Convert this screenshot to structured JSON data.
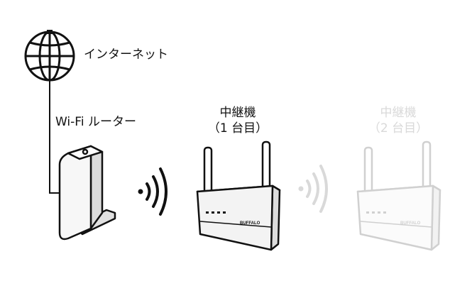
{
  "labels": {
    "internet": "インターネット",
    "router": "Wi-Fi ルーター",
    "repeater1_title": "中継機",
    "repeater1_sub": "（1 台目）",
    "repeater2_title": "中継機",
    "repeater2_sub": "（2 台目）"
  },
  "device_brand": "BUFFALO",
  "colors": {
    "ink": "#111111",
    "faded": "#d9d9d9",
    "device_fill": "#ffffff",
    "device_shade": "#e6e6e6"
  }
}
